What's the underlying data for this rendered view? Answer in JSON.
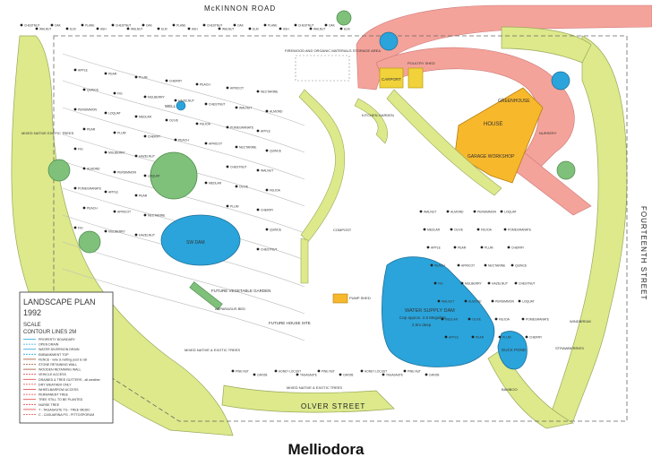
{
  "caption": "Melliodora",
  "roads": {
    "north": "McKINNON ROAD",
    "south": "OLVER STREET",
    "east": "FOURTEENTH STREET"
  },
  "legend": {
    "title": "LANDSCAPE PLAN",
    "year": "1992",
    "scale": "SCALE",
    "contours": "CONTOUR LINES 2M",
    "items": [
      "PROPERTY BOUNDARY",
      "OPEN DRAIN",
      "WATER DIVERSION DRAIN",
      "EMBANKMENT TOP",
      "FENCE - wire & netting post & rail",
      "STONE RETAINING WALL",
      "WOODEN RETAINING WALL",
      "VEHICLE ACCESS",
      "DRAINED & TREE GUTTERS - all weather",
      "DRY WEATHER ONLY",
      "WHEELBARROW ACCESS",
      "PERMANENT TREE",
      "TREE STILL TO BE PLANTED",
      "NURSE TREE",
      "T - TAGASASTE  TG - TREE MEDIC",
      "C - CASUARINA  PG - PITTOSPORUM"
    ]
  },
  "features": {
    "house": "HOUSE",
    "garage": "GARAGE WORKSHOP",
    "greenhouse": "GREENHOUSE",
    "carport": "CARPORT",
    "poultry": "POULTRY SHED",
    "firewood": "FIREWOOD AND ORGANIC MATERIALS STORAGE AREA",
    "dam_main": "WATER SUPPLY DAM",
    "dam_main_sub": "Cap approx. 2.5 Megalitre",
    "dam_main_sub2": "2.5m deep",
    "dam_small": "DUCK POND",
    "dam_sw": "SW DAM",
    "future_garden": "FUTURE VEGETABLE GARDEN",
    "future_house": "FUTURE HOUSE SITE",
    "well": "WELL",
    "shed": "PUMP SHED",
    "dump": "COMPOST",
    "woodland_w": "MIXED NATIVE EXOTIC TREES",
    "woodland_sw": "MIXED NATIVE & EXOTIC TREES",
    "woodland_s": "MIXED NATIVE & EXOTIC TREES",
    "windbreak_e": "WINDBREAK",
    "nursery": "NURSERY",
    "asparagus": "ASPARAGUS BED",
    "strawberries": "STRAWBERRIES",
    "bamboo": "BAMBOO",
    "kitchen_garden": "KITCHEN GARDEN"
  },
  "trees": {
    "orchard": [
      "APPLE",
      "PEAR",
      "PLUM",
      "CHERRY",
      "PEACH",
      "APRICOT",
      "NECTARINE",
      "QUINCE",
      "FIG",
      "MULBERRY",
      "HAZELNUT",
      "CHESTNUT",
      "WALNUT",
      "ALMOND",
      "PERSIMMON",
      "LOQUAT",
      "MEDLAR",
      "OLIVE",
      "FEIJOA",
      "POMEGRANATE"
    ],
    "boundary": [
      "CHESTNUT",
      "WALNUT",
      "OAK",
      "ELM",
      "PLANE",
      "ASH"
    ],
    "south_row": [
      "PINE NUT",
      "CAROB",
      "HONEY LOCUST",
      "TAGASASTE"
    ]
  },
  "colors": {
    "water": "#2aa4db",
    "tree_fill": "#dde98b",
    "tree_dark": "#7fc07b",
    "driveway": "#f4a39a",
    "house": "#f7b82b",
    "carport": "#f2d23a",
    "road_line": "#555555",
    "contour": "#bbbbbb"
  }
}
